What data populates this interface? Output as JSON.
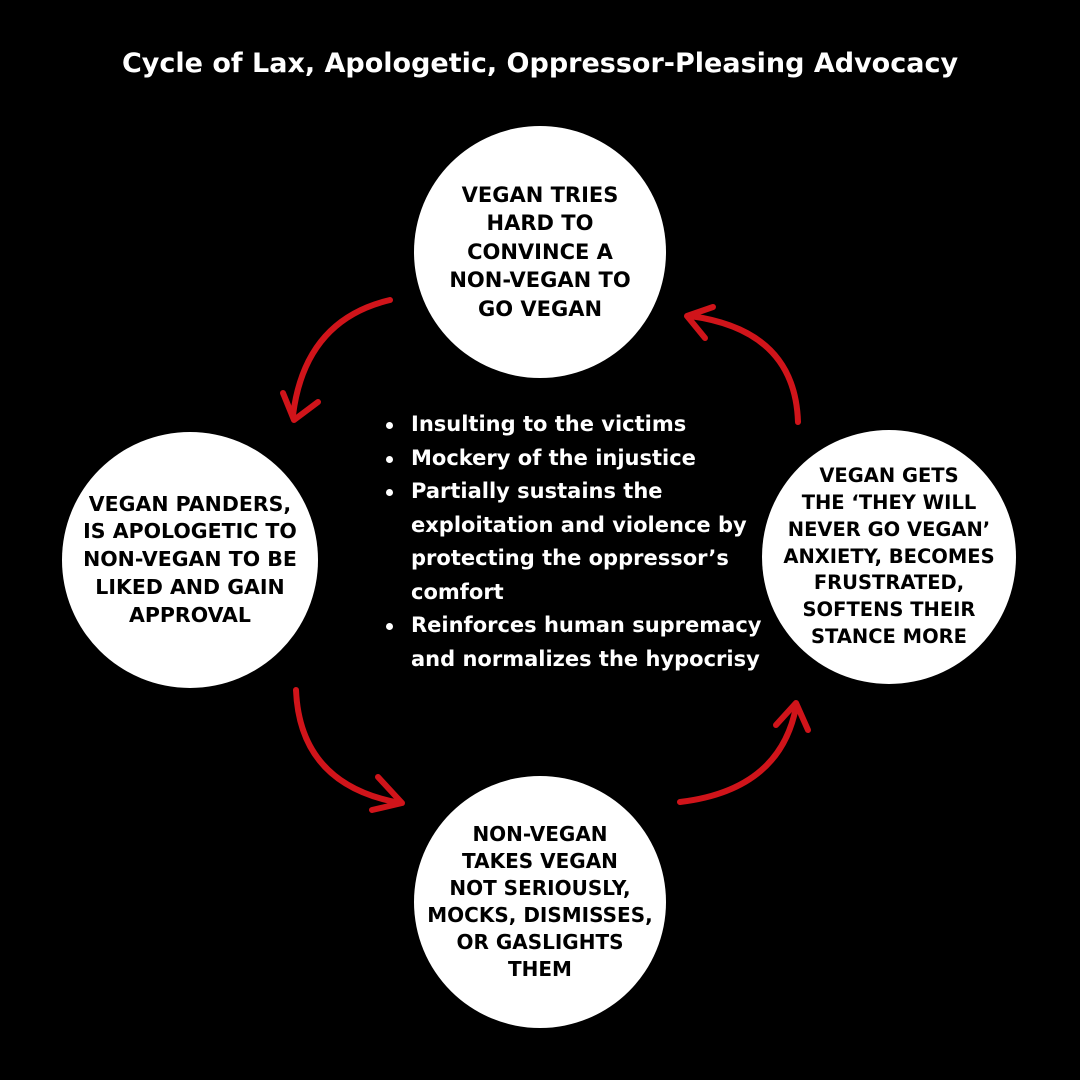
{
  "title": "Cycle of Lax, Apologetic, Oppressor-Pleasing Advocacy",
  "colors": {
    "background": "#000000",
    "node_fill": "#ffffff",
    "node_text": "#000000",
    "arrow": "#d0141a",
    "text": "#ffffff"
  },
  "nodes": {
    "top": "VEGAN TRIES\nHARD TO\nCONVINCE A\nNON-VEGAN TO\nGO VEGAN",
    "right": "VEGAN GETS\nTHE ‘THEY WILL\nNEVER GO VEGAN’\nANXIETY, BECOMES\nFRUSTRATED,\nSOFTENS THEIR\nSTANCE MORE",
    "bottom": "NON-VEGAN\nTAKES VEGAN\nNOT SERIOUSLY,\nMOCKS, DISMISSES,\nOR GASLIGHTS\nTHEM",
    "left": "VEGAN PANDERS,\nIS APOLOGETIC TO\nNON-VEGAN TO BE\nLIKED AND GAIN\nAPPROVAL"
  },
  "points": [
    "Insulting to the victims",
    "Mockery of the injustice",
    "Partially sustains the exploitation and violence by protecting the oppressor’s comfort",
    "Reinforces human supremacy and normalizes the hypocrisy"
  ]
}
